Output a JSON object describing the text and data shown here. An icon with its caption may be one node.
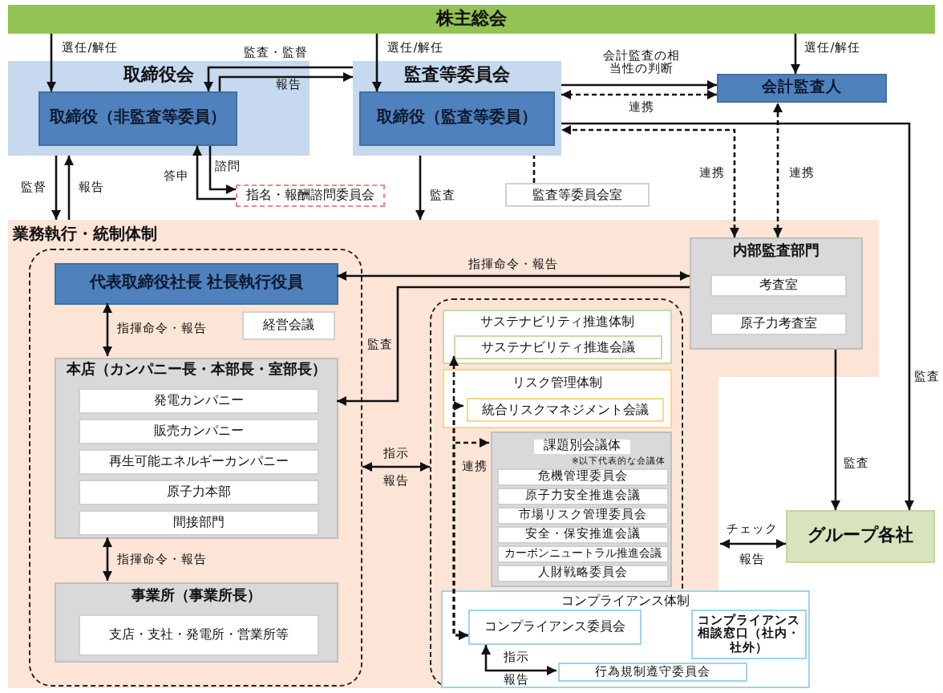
{
  "diagram": {
    "nodes": [
      {
        "text": [
          "株主総会"
        ]
      },
      {
        "text": [
          "取締役会"
        ]
      },
      {
        "text": [
          "取締役（非監査等委員）"
        ],
        "in": 1
      },
      {
        "text": [
          "監査等委員会"
        ]
      },
      {
        "text": [
          "取締役（監査等委員）"
        ],
        "in": 3
      },
      {
        "text": [
          "会計監査人"
        ]
      },
      {
        "text": [
          "指名・報酬諮問委員会"
        ]
      },
      {
        "text": [
          "監査等委員会室"
        ]
      },
      {
        "text": [
          "業務執行・統制体制"
        ]
      },
      {
        "text": [],
        "shape": "box",
        "in": 8
      },
      {
        "text": [
          "代表取締役社長 社長執行役員"
        ],
        "in": 9
      },
      {
        "text": [
          "経営会議"
        ],
        "in": 9
      },
      {
        "text": [
          "本店（カンパニー長・本部長・室部長）"
        ],
        "in": 9
      },
      {
        "text": [
          "発電カンパニー"
        ],
        "in": 12
      },
      {
        "text": [
          "販売カンパニー"
        ],
        "in": 12
      },
      {
        "text": [
          "再生可能エネルギーカンパニー"
        ],
        "in": 12
      },
      {
        "text": [
          "原子力本部"
        ],
        "in": 12
      },
      {
        "text": [
          "間接部門"
        ],
        "in": 12
      },
      {
        "text": [
          "事業所（事業所長）"
        ],
        "in": 9
      },
      {
        "text": [
          "支店・支社・発電所・営業所等"
        ],
        "in": 18
      },
      {
        "text": [],
        "shape": "box",
        "in": 8
      },
      {
        "text": [
          "サステナビリティ推進体制"
        ],
        "in": 20
      },
      {
        "text": [
          "サステナビリティ推進会議"
        ],
        "in": 21
      },
      {
        "text": [
          "リスク管理体制"
        ],
        "in": 20
      },
      {
        "text": [
          "統合リスクマネジメント会議"
        ],
        "in": 23
      },
      {
        "text": [
          "課題別会議体",
          "※以下代表的な会議体"
        ],
        "in": 20
      },
      {
        "text": [
          "危機管理委員会"
        ],
        "in": 25
      },
      {
        "text": [
          "原子力安全推進会議"
        ],
        "in": 25
      },
      {
        "text": [
          "市場リスク管理委員会"
        ],
        "in": 25
      },
      {
        "text": [
          "安全・保安推進会議"
        ],
        "in": 25
      },
      {
        "text": [
          "カーボンニュートラル推進会議"
        ],
        "in": 25
      },
      {
        "text": [
          "人財戦略委員会"
        ],
        "in": 25
      },
      {
        "text": [
          "コンプライアンス体制"
        ],
        "in": 8
      },
      {
        "text": [
          "コンプライアンス委員会"
        ]
      },
      {
        "text": [
          "コンプライアンス相談窓口（社内・社外）"
        ],
        "in": 32
      },
      {
        "text": [
          "行為規制遵守委員会"
        ],
        "in": 32
      },
      {
        "text": [
          "内部監査部門"
        ],
        "in": 8
      },
      {
        "text": [
          "考査室"
        ],
        "in": 36
      },
      {
        "text": [
          "原子力考査室"
        ],
        "in": 36
      },
      {
        "text": [
          "グループ各社"
        ]
      }
    ],
    "edges": [
      {
        "from": 0,
        "to": 2,
        "arrow": "to",
        "label": "選任/解任"
      },
      {
        "from": 0,
        "to": 4,
        "arrow": "to",
        "label": "選任/解任"
      },
      {
        "from": 0,
        "to": 5,
        "arrow": "to",
        "label": "選任/解任"
      },
      {
        "from": 3,
        "to": 2,
        "arrow": "to",
        "label": "監査・監督"
      },
      {
        "from": 2,
        "to": 3,
        "arrow": "to",
        "label": "報告"
      },
      {
        "from": 3,
        "to": 5,
        "arrow": "to",
        "label": "会計監査の相当性の判断"
      },
      {
        "from": 5,
        "to": 3,
        "arrow": "both",
        "label": "連携",
        "style": "dashed"
      },
      {
        "from": 36,
        "to": 3,
        "arrow": "both",
        "label": "連携",
        "style": "dashed"
      },
      {
        "from": 36,
        "to": 5,
        "arrow": "both",
        "label": "連携",
        "style": "dashed"
      },
      {
        "from": 3,
        "to": 39,
        "arrow": "to",
        "label": "監査"
      },
      {
        "from": 7,
        "to": 3,
        "arrow": "none",
        "style": "dashed"
      },
      {
        "from": 6,
        "to": 2,
        "arrow": "to",
        "label": "答申"
      },
      {
        "from": 2,
        "to": 6,
        "arrow": "to",
        "label": "諮問"
      },
      {
        "from": 1,
        "to": 8,
        "arrow": "to",
        "label": "監督"
      },
      {
        "from": 8,
        "to": 1,
        "arrow": "to",
        "label": "報告"
      },
      {
        "from": 3,
        "to": 8,
        "arrow": "to",
        "label": "監査"
      },
      {
        "from": 10,
        "to": 36,
        "arrow": "both",
        "label": "指揮命令・報告"
      },
      {
        "from": 36,
        "to": 12,
        "arrow": "to",
        "label": "監査"
      },
      {
        "from": 10,
        "to": 12,
        "arrow": "both",
        "label": "指揮命令・報告"
      },
      {
        "from": 12,
        "to": 18,
        "arrow": "both",
        "label": "指揮命令・報告"
      },
      {
        "from": 9,
        "to": 20,
        "arrow": "both",
        "label": "指示"
      },
      {
        "from": 8,
        "to": 39,
        "arrow": "both",
        "label": "チェック"
      },
      {
        "from": 36,
        "to": 39,
        "arrow": "to",
        "label": "監査"
      },
      {
        "from": 33,
        "to": 22,
        "arrow": "both",
        "label": "連携",
        "style": "dashed"
      },
      {
        "from": 33,
        "to": 24,
        "arrow": "both",
        "style": "dashed"
      },
      {
        "from": 33,
        "to": 25,
        "arrow": "both",
        "style": "dashed"
      },
      {
        "from": 35,
        "to": 33,
        "arrow": "both",
        "label": "指示"
      }
    ],
    "labels": [
      "報告",
      "報告",
      "報告"
    ]
  }
}
